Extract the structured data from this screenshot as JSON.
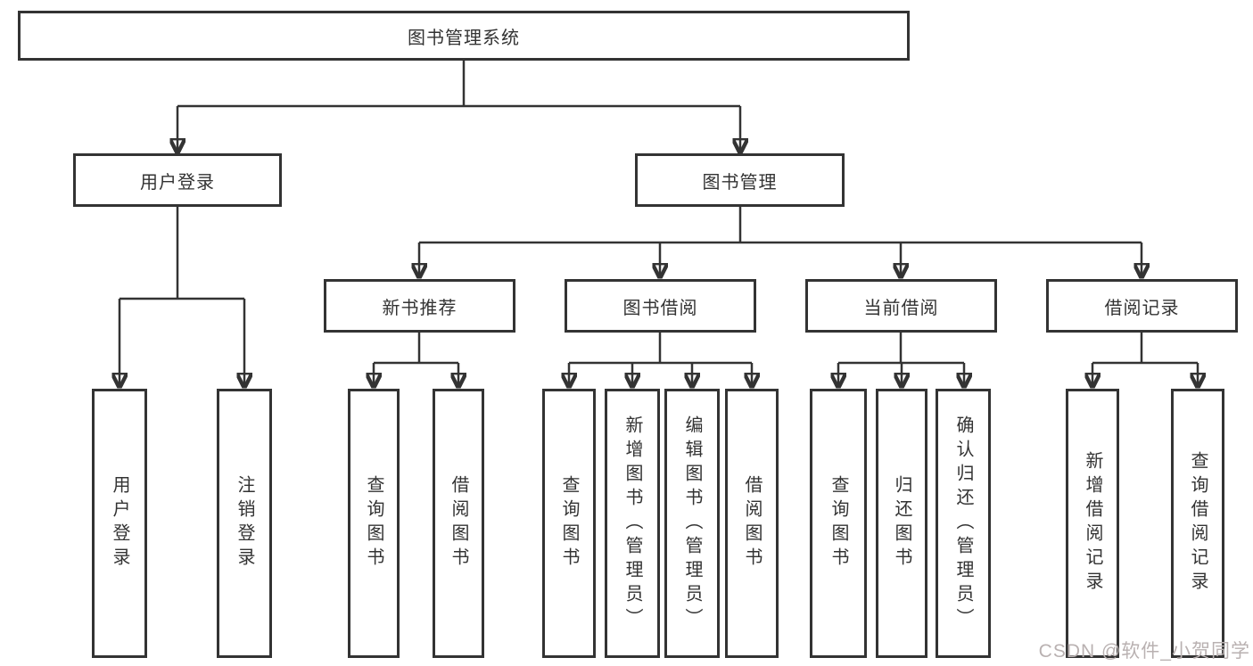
{
  "diagram": {
    "root": {
      "label": "图书管理系统"
    },
    "level2": [
      {
        "label": "用户登录"
      },
      {
        "label": "图书管理"
      }
    ],
    "level3": [
      {
        "label": "新书推荐"
      },
      {
        "label": "图书借阅"
      },
      {
        "label": "当前借阅"
      },
      {
        "label": "借阅记录"
      }
    ],
    "leaves": {
      "user_login": [
        {
          "label": "用户登录"
        },
        {
          "label": "注销登录"
        }
      ],
      "new_books": [
        {
          "label": "查询图书"
        },
        {
          "label": "借阅图书"
        }
      ],
      "book_borrowing": [
        {
          "label": "查询图书"
        },
        {
          "label": "新增图书（管理员）"
        },
        {
          "label": "编辑图书（管理员）"
        },
        {
          "label": "借阅图书"
        }
      ],
      "current_borrowing": [
        {
          "label": "查询图书"
        },
        {
          "label": "归还图书"
        },
        {
          "label": "确认归还（管理员）"
        }
      ],
      "borrow_records": [
        {
          "label": "新增借阅记录"
        },
        {
          "label": "查询借阅记录"
        }
      ]
    }
  },
  "watermark": {
    "text": "CSDN @软件_小贺同学"
  },
  "colors": {
    "line": "#333333",
    "text": "#333333",
    "box_background": "#ffffff",
    "page_background": "#ffffff",
    "watermark": "#b9b1b1"
  }
}
